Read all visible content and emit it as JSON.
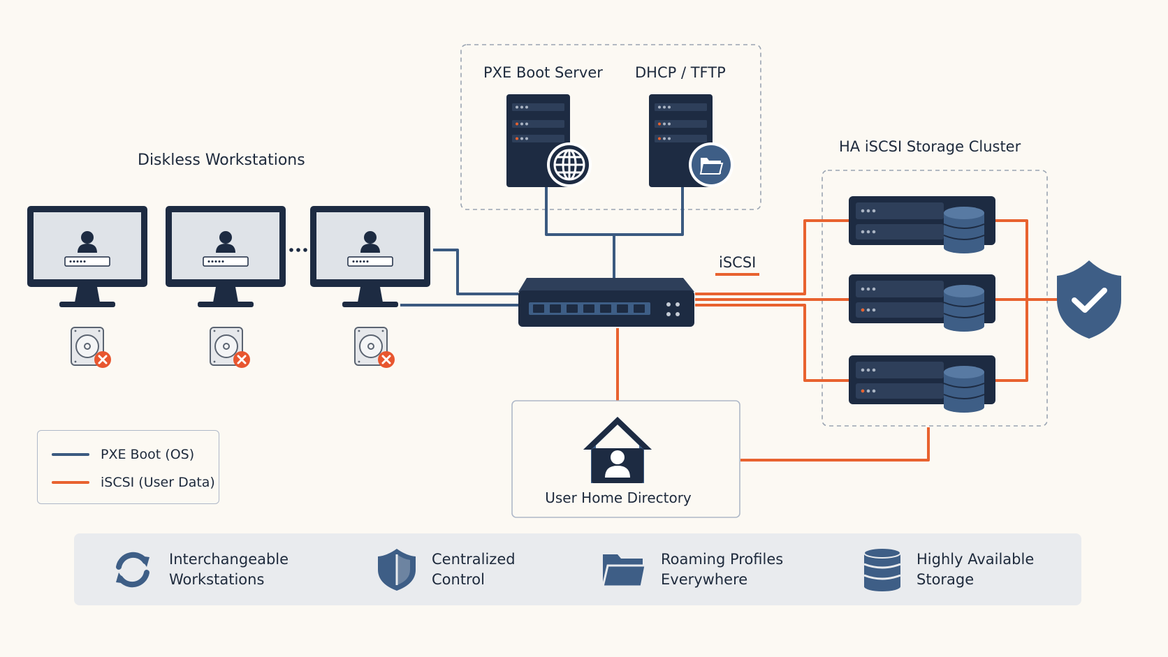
{
  "groups": {
    "workstations_title": "Diskless Workstations",
    "pxe_server_label": "PXE Boot Server",
    "dhcp_label": "DHCP / TFTP",
    "storage_title": "HA iSCSI Storage Cluster",
    "iscsi_link_label": "iSCSI",
    "home_dir_label": "User Home Directory"
  },
  "legend": {
    "items": [
      {
        "label": "PXE Boot (OS)",
        "color": "#3b5a80"
      },
      {
        "label": "iSCSI (User Data)",
        "color": "#e8622f"
      }
    ]
  },
  "features": [
    {
      "line1": "Interchangeable",
      "line2": "Workstations",
      "icon": "refresh-icon"
    },
    {
      "line1": "Centralized",
      "line2": "Control",
      "icon": "shield-icon"
    },
    {
      "line1": "Roaming Profiles",
      "line2": "Everywhere",
      "icon": "folder-icon"
    },
    {
      "line1": "Highly Available",
      "line2": "Storage",
      "icon": "database-icon"
    }
  ],
  "colors": {
    "pxe_line": "#3b5a80",
    "iscsi_line": "#e8622f",
    "dark": "#1d2b42",
    "accent": "#3e5e86",
    "background": "#fcf9f3"
  }
}
